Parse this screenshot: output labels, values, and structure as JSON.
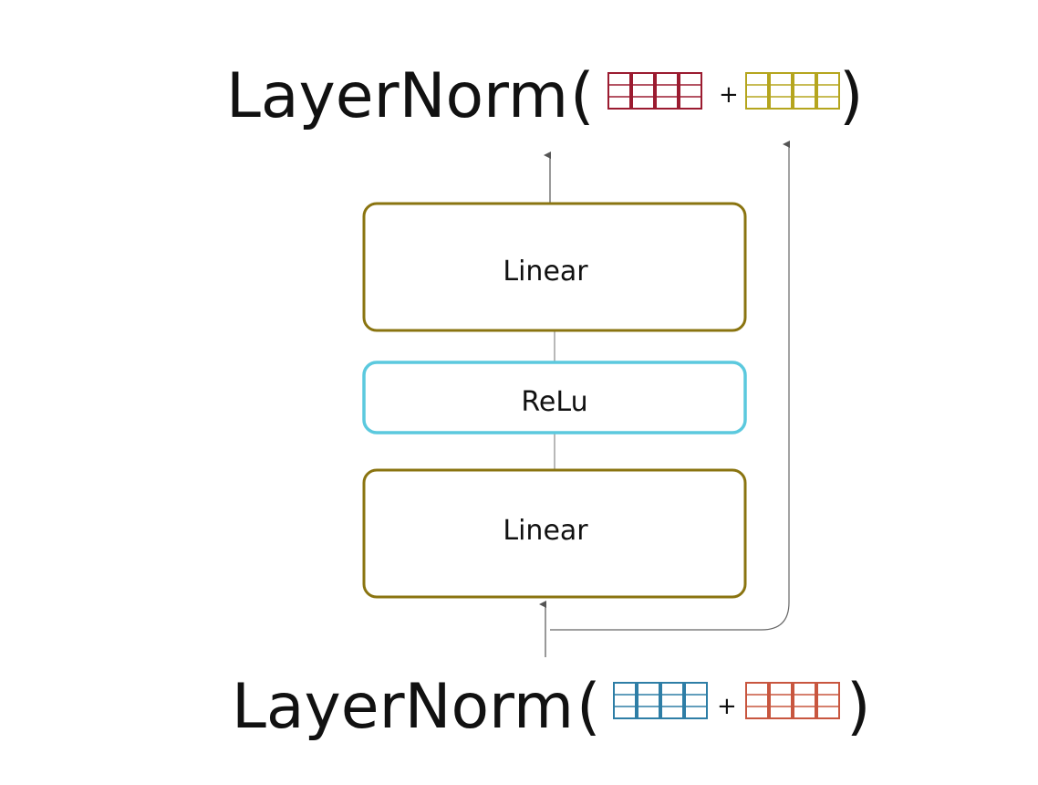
{
  "top_formula": {
    "function_name": "LayerNorm",
    "open_paren": "(",
    "operator": "+",
    "close_paren": ")",
    "left_matrix_color": "#9b1b30",
    "right_matrix_color": "#b5a51e"
  },
  "bottom_formula": {
    "function_name": "LayerNorm",
    "open_paren": "(",
    "operator": "+",
    "close_paren": ")",
    "left_matrix_color": "#2e7ea6",
    "right_matrix_color": "#c8563f"
  },
  "blocks": {
    "linear_top": {
      "label": "Linear",
      "border_color": "#8a7410"
    },
    "relu": {
      "label": "ReLu",
      "border_color": "#5bc9de"
    },
    "linear_bottom": {
      "label": "Linear",
      "border_color": "#8a7410"
    }
  },
  "colors": {
    "arrow": "#555555",
    "box_fill": "#ffffff"
  }
}
